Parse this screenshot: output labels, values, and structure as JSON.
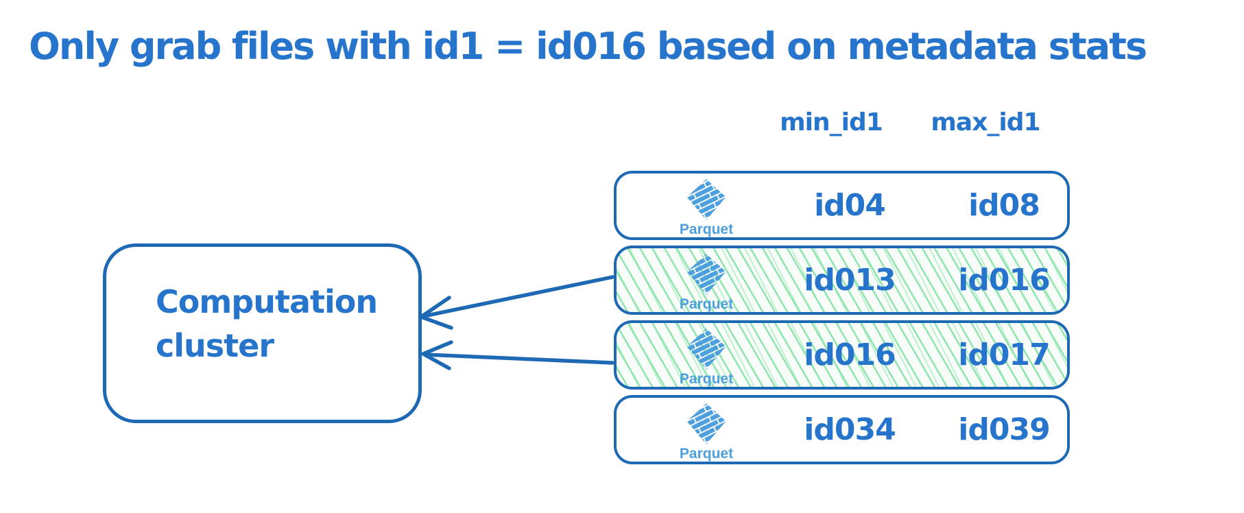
{
  "title": "Only grab files with id1 = id016 based on metadata stats",
  "colors": {
    "ink": "#1e69b4",
    "handwriting_text": "#2674cb",
    "parquet_logo_blue": "#4da0dd",
    "highlight_hatch_green": "#8fe5ae"
  },
  "cluster": {
    "label_line1": "Computation",
    "label_line2": "cluster"
  },
  "table": {
    "headers": {
      "min": "min_id1",
      "max": "max_id1"
    },
    "logo_label": "Parquet",
    "rows": [
      {
        "file_type": "parquet",
        "min": "id04",
        "max": "id08",
        "highlighted": false
      },
      {
        "file_type": "parquet",
        "min": "id013",
        "max": "id016",
        "highlighted": true
      },
      {
        "file_type": "parquet",
        "min": "id016",
        "max": "id017",
        "highlighted": true
      },
      {
        "file_type": "parquet",
        "min": "id034",
        "max": "id039",
        "highlighted": false
      }
    ]
  },
  "arrows": [
    {
      "from": "parquet-file-row-2",
      "to": "computation-cluster"
    },
    {
      "from": "parquet-file-row-3",
      "to": "computation-cluster"
    }
  ]
}
